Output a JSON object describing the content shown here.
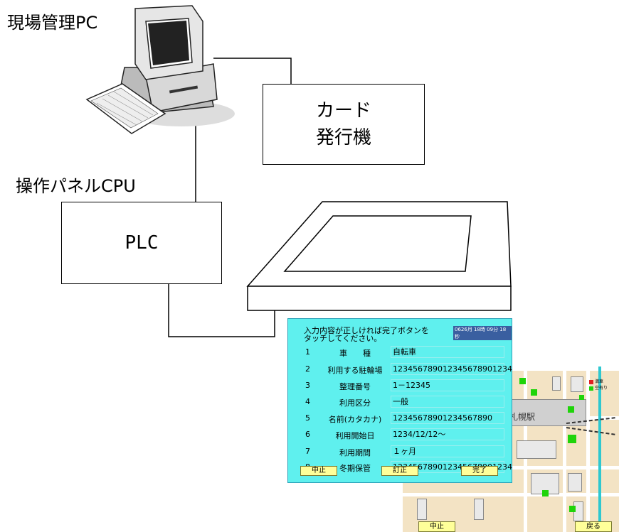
{
  "labels": {
    "pc": "現場管理PC",
    "operation_panel_cpu": "操作パネルCPU",
    "card_issuer_line1": "カード",
    "card_issuer_line2": "発行機",
    "plc": "PLC"
  },
  "touch_panel": {
    "message_line1": "入力内容が正しければ完了ボタンを",
    "message_line2": "タッチしてください。",
    "badge": "0626月 18時 09分 18秒",
    "rows": [
      {
        "no": "1",
        "label": "車　　種",
        "value": "自転車"
      },
      {
        "no": "2",
        "label": "利用する駐輪場",
        "value": "123456789012345678901234"
      },
      {
        "no": "3",
        "label": "整理番号",
        "value": "1－12345"
      },
      {
        "no": "4",
        "label": "利用区分",
        "value": "一般"
      },
      {
        "no": "5",
        "label": "名前(カタカナ)",
        "value": "12345678901234567890"
      },
      {
        "no": "6",
        "label": "利用開始日",
        "value": "1234/12/12～"
      },
      {
        "no": "7",
        "label": "利用期間",
        "value": "１ヶ月"
      },
      {
        "no": "8",
        "label": "冬期保管",
        "value": "123456789012345678901234"
      }
    ],
    "buttons": {
      "cancel": "中止",
      "correct": "訂正",
      "complete": "完了"
    }
  },
  "map": {
    "station": "札幌駅",
    "legend_full": "満車",
    "legend_vacant": "空有り",
    "buttons": {
      "cancel": "中止",
      "back": "戻る"
    },
    "colors": {
      "full": "#e02020",
      "vacant": "#1fd40a",
      "background": "#f3e3c4"
    }
  },
  "colors": {
    "panel_bg": "#5ff0ee",
    "button_bg": "#ffff99"
  }
}
